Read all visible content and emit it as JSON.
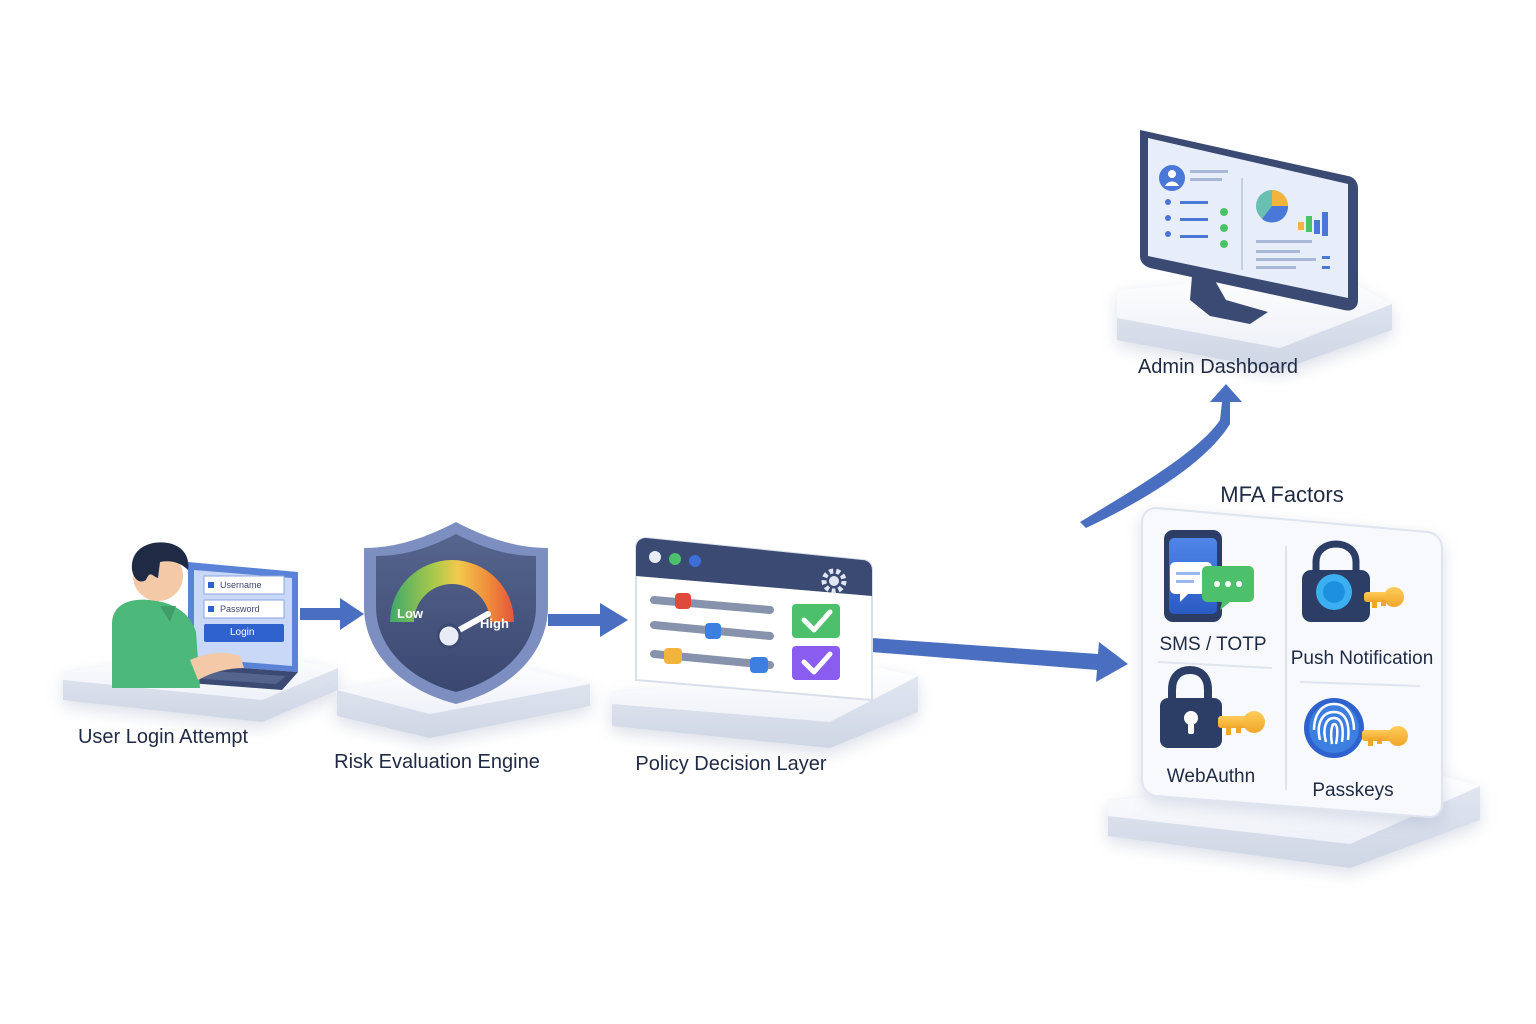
{
  "stages": {
    "login": {
      "label": "User Login Attempt"
    },
    "risk": {
      "label": "Risk Evaluation Engine"
    },
    "policy": {
      "label": "Policy Decision Layer"
    },
    "admin": {
      "label": "Admin Dashboard"
    },
    "mfa": {
      "title": "MFA Factors"
    }
  },
  "login_form": {
    "username": "Username",
    "password": "Password",
    "button": "Login"
  },
  "gauge": {
    "low": "Low",
    "high": "High"
  },
  "factors": [
    {
      "label": "SMS / TOTP",
      "icon": "phone-message-icon"
    },
    {
      "label": "Push Notification",
      "icon": "lock-key-icon"
    },
    {
      "label": "WebAuthn",
      "icon": "padlock-key-icon"
    },
    {
      "label": "Passkeys",
      "icon": "fingerprint-key-icon"
    }
  ],
  "colors": {
    "arrow": "#4a6fc0",
    "navy": "#3b4a72",
    "platform": "#eef1f8",
    "green": "#4cc06a",
    "purple": "#8a5cf0",
    "accent_blue": "#3d6fd8"
  }
}
